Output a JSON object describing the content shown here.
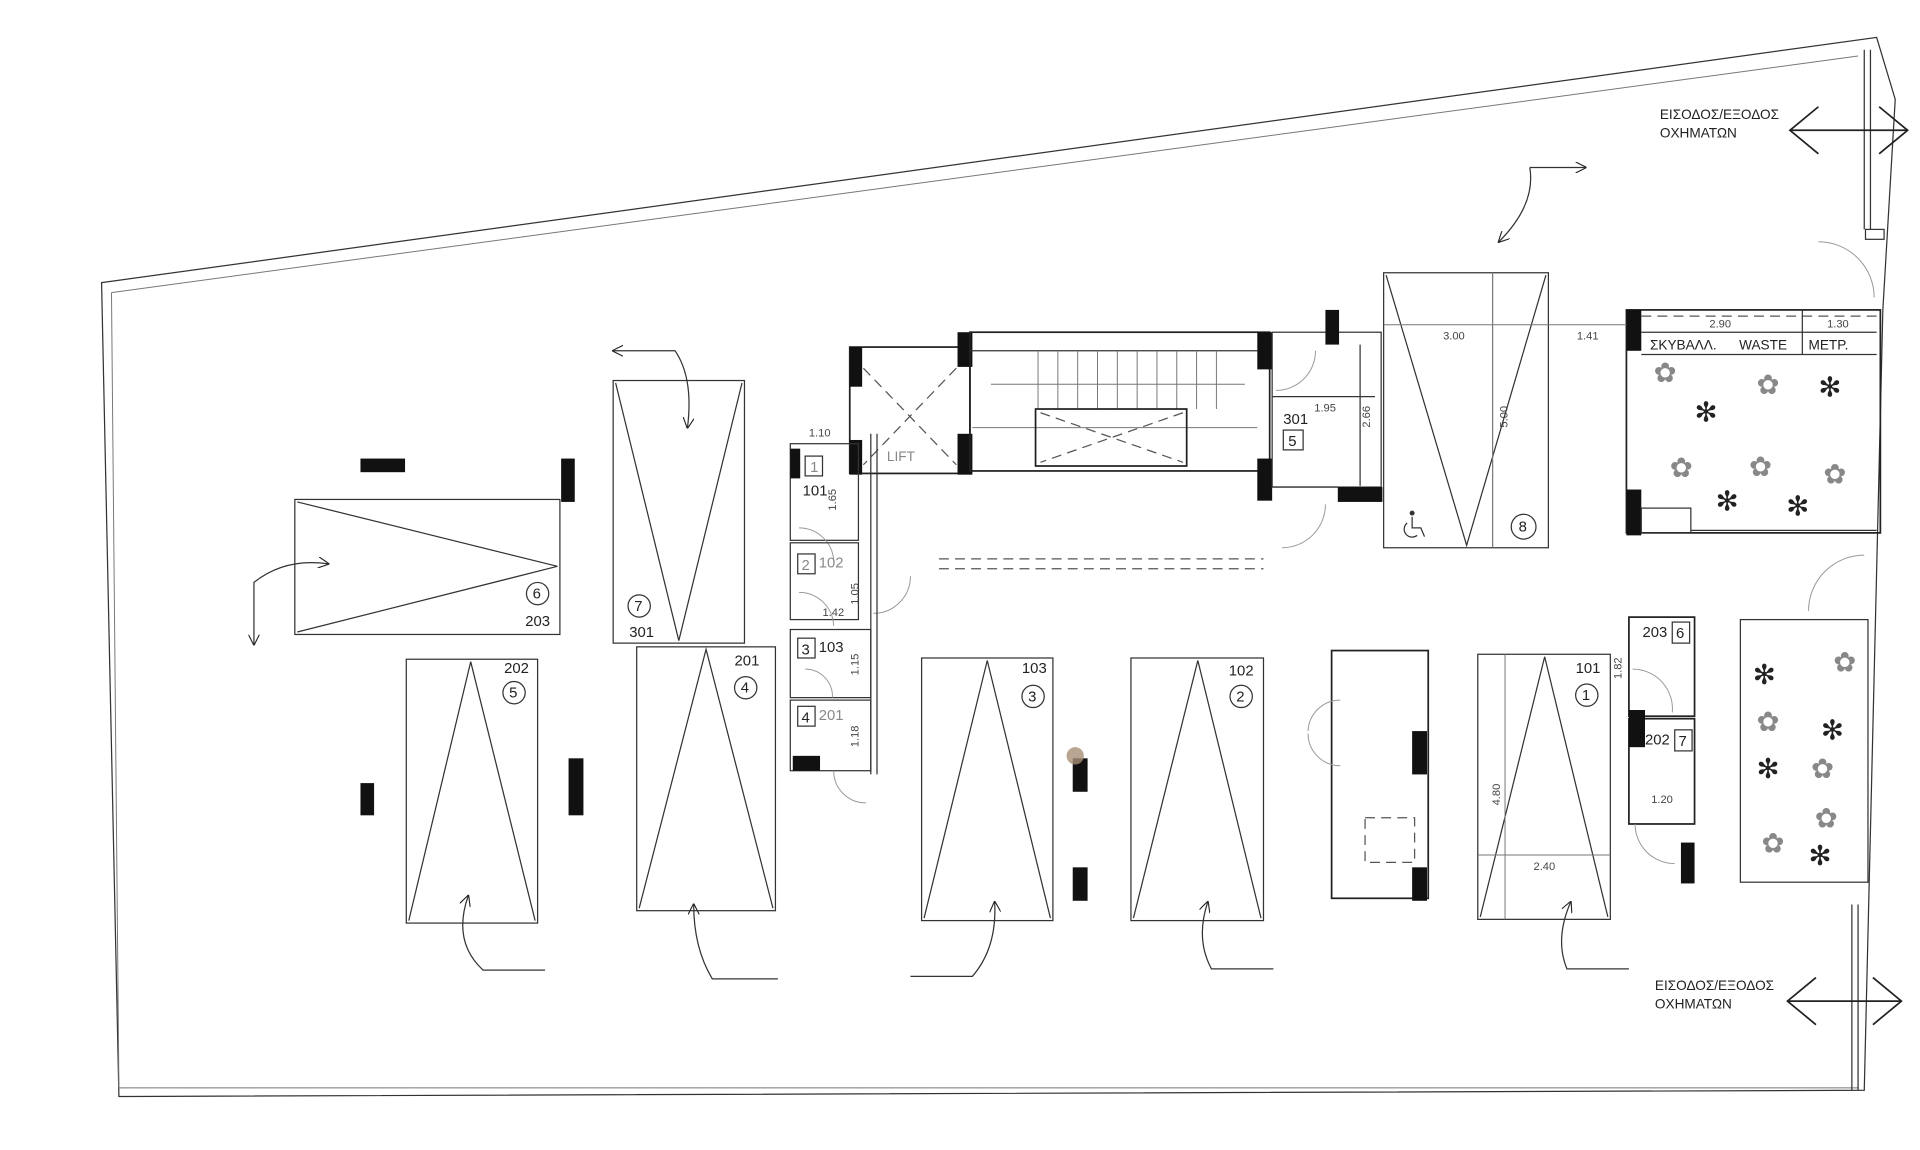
{
  "entrances": [
    {
      "line1": "ΕΙΣΟΔΟΣ/ΕΞΟΔΟΣ",
      "line2": "ΟΧΗΜΑΤΩΝ"
    },
    {
      "line1": "ΕΙΣΟΔΟΣ/ΕΞΟΔΟΣ",
      "line2": "ΟΧΗΜΑΤΩΝ"
    }
  ],
  "parking": [
    {
      "number": "1",
      "unit": "101"
    },
    {
      "number": "2",
      "unit": "102"
    },
    {
      "number": "3",
      "unit": "103"
    },
    {
      "number": "4",
      "unit": "201"
    },
    {
      "number": "5",
      "unit": "202"
    },
    {
      "number": "6",
      "unit": "203"
    },
    {
      "number": "7",
      "unit": "301"
    },
    {
      "number": "8",
      "unit": ""
    }
  ],
  "storage": [
    {
      "number": "1",
      "unit": "101"
    },
    {
      "number": "2",
      "unit": "102"
    },
    {
      "number": "3",
      "unit": "103"
    },
    {
      "number": "4",
      "unit": "201"
    },
    {
      "number": "5",
      "unit": "301"
    },
    {
      "number": "6",
      "unit": "203"
    },
    {
      "number": "7",
      "unit": "202"
    }
  ],
  "rooms": {
    "lift": "LIFT",
    "waste_gr": "ΣΚΥΒΑΛΛ.",
    "waste_en": "WASTE",
    "meters": "ΜΕΤΡ."
  },
  "dimensions": {
    "d110": "1.10",
    "d165": "1.65",
    "d142": "1.42",
    "d105": "1.05",
    "d115": "1.15",
    "d118": "1.18",
    "d195": "1.95",
    "d266": "2.66",
    "d300": "3.00",
    "d500": "5.00",
    "d141": "1.41",
    "d290": "2.90",
    "d130": "1.30",
    "d182": "1.82",
    "d120": "1.20",
    "d480": "4.80",
    "d240": "2.40"
  }
}
